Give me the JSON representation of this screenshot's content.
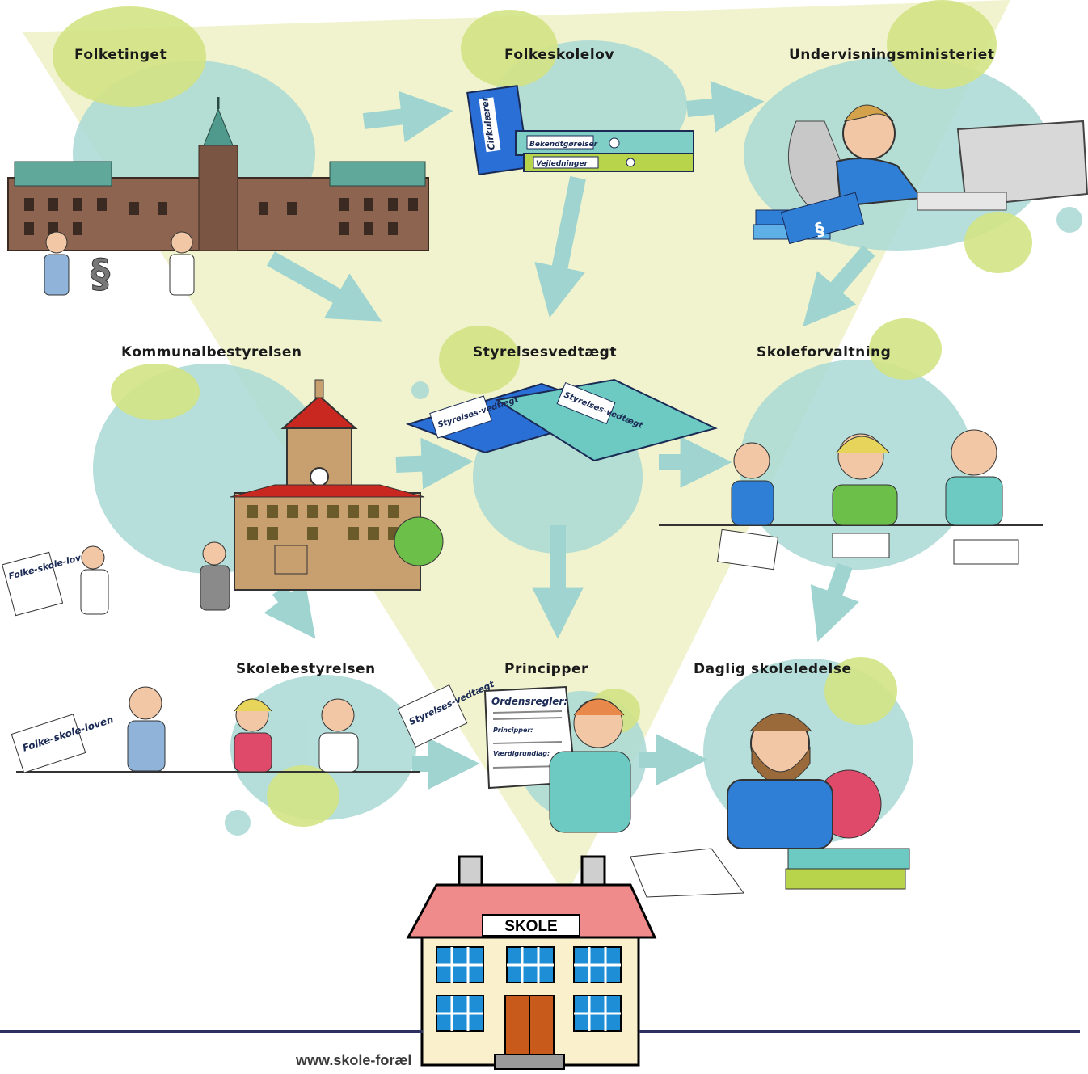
{
  "nodes": {
    "folketinget": "Folketinget",
    "folkeskolelov": "Folkeskolelov",
    "undervisningsministeriet": "Undervisningsministeriet",
    "kommunalbestyrelsen": "Kommunalbestyrelsen",
    "styrelsesvedtaegt": "Styrelsesvedtægt",
    "skoleforvaltning": "Skoleforvaltning",
    "skolebestyrelsen": "Skolebestyrelsen",
    "principper": "Principper",
    "daglig_skoleledelse": "Daglig skoleledelse"
  },
  "illustration_text": {
    "binder_1": "Cirkulærer",
    "binder_2": "Bekendtgørelser",
    "binder_3": "Vejledninger",
    "paragraph_sign": "§",
    "book_1": "Styrelses-vedtægt",
    "book_2": "Styrelses-vedtægt",
    "paper_kommune": "Folke-skole-lov",
    "paper_bestyrelse_left": "Folke-skole-loven",
    "paper_bestyrelse_right": "Styrelses-vedtægt",
    "poster_title": "Ordensregler:",
    "poster_line_1": "Principper:",
    "poster_line_2": "Værdigrundlag:",
    "school_sign": "SKOLE"
  },
  "footer": {
    "url": "www.skole-foræl"
  },
  "colors": {
    "triangle": "#eef2c8",
    "teal_circle": "#a9d8d4",
    "green_circle": "#d3e384",
    "arrow": "#9fd4d0",
    "rule": "#2e3160",
    "roof": "#f08b8b",
    "school_wall": "#fbf0cc",
    "window": "#1e8fd6",
    "door": "#c85a1c"
  }
}
